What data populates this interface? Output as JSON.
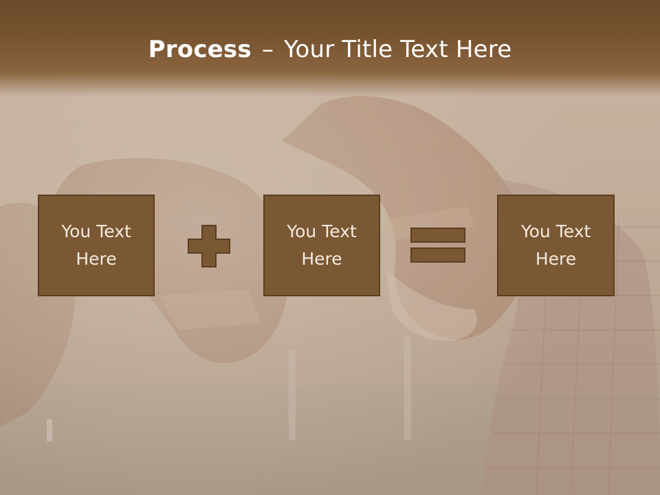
{
  "slide": {
    "title_bold": "Process",
    "title_dash": "–",
    "title_rest": "Your Title Text Here"
  },
  "boxes": [
    {
      "text": "You Text Here"
    },
    {
      "text": "You Text Here"
    },
    {
      "text": "You Text Here"
    }
  ],
  "operators": {
    "first": "plus-icon",
    "second": "equals-icon"
  },
  "colors": {
    "banner": "#7a5632",
    "box_fill": "#7a5834",
    "box_border": "#5a3d1f",
    "box_text": "#f3eadf",
    "title_text": "#ffffff"
  }
}
